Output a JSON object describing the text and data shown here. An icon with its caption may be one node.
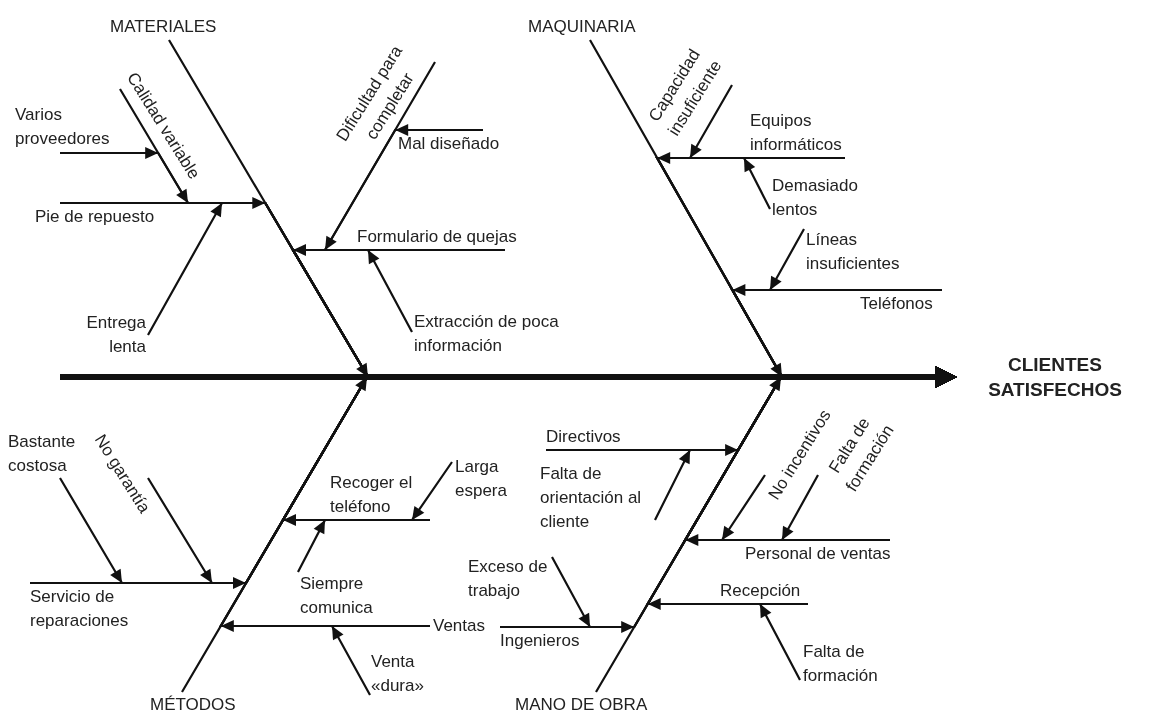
{
  "diagram": {
    "nodes": [
      {
        "text": [
          "MATERIALES"
        ]
      },
      {
        "text": [
          "MAQUINARIA"
        ]
      },
      {
        "text": [
          "Calidad variable"
        ]
      },
      {
        "text": [
          "Dificultad para completar"
        ]
      },
      {
        "text": [
          "Capacidad insuficiente"
        ]
      },
      {
        "text": [
          "Varios proveedores"
        ]
      },
      {
        "text": [
          "Equipos informáticos"
        ]
      },
      {
        "text": [
          "Mal diseñado"
        ]
      },
      {
        "text": [
          "Demasiado lentos"
        ]
      },
      {
        "text": [
          "Pie de repuesto"
        ]
      },
      {
        "text": [
          "Formulario de quejas"
        ]
      },
      {
        "text": [
          "Líneas insuficientes"
        ]
      },
      {
        "text": [
          "Entrega lenta"
        ]
      },
      {
        "text": [
          "Teléfonos"
        ]
      },
      {
        "text": [
          "Extracción de poca información"
        ]
      },
      {
        "text": [
          "CLIENTES SATISFECHOS"
        ]
      },
      {
        "text": [
          "Directivos"
        ]
      },
      {
        "text": [
          "No garantía"
        ]
      },
      {
        "text": [
          "No incentivos"
        ]
      },
      {
        "text": [
          "Falta de formación"
        ]
      },
      {
        "text": [
          "Recoger el teléfono"
        ]
      },
      {
        "text": [
          "Larga espera"
        ]
      },
      {
        "text": [
          "Falta de orientación al cliente"
        ]
      },
      {
        "text": [
          "Bastante costosa"
        ]
      },
      {
        "text": [
          "Siempre comunica"
        ]
      },
      {
        "text": [
          "Servicio de reparaciones"
        ]
      },
      {
        "text": [
          "Personal de ventas"
        ]
      },
      {
        "text": [
          "Exceso de trabajo"
        ]
      },
      {
        "text": [
          "Recepción"
        ]
      },
      {
        "text": [
          "Ventas"
        ]
      },
      {
        "text": [
          "Venta «dura»"
        ]
      },
      {
        "text": [
          "Falta de formación"
        ]
      },
      {
        "text": [
          "Ingenieros"
        ]
      },
      {
        "text": [
          "MÉTODOS"
        ]
      },
      {
        "text": [
          "MANO DE OBRA"
        ]
      }
    ],
    "edges": [
      {
        "from": 0,
        "to": 15,
        "arrow": "to"
      },
      {
        "from": 1,
        "to": 15,
        "arrow": "to"
      },
      {
        "from": 2,
        "to": 15,
        "arrow": "to"
      },
      {
        "from": 3,
        "to": 15,
        "arrow": "to"
      },
      {
        "from": 4,
        "to": 15,
        "arrow": "to"
      },
      {
        "from": 5,
        "to": 15,
        "arrow": "to"
      },
      {
        "from": 6,
        "to": 15,
        "arrow": "to"
      },
      {
        "from": 7,
        "to": 15,
        "arrow": "to"
      },
      {
        "from": 8,
        "to": 15,
        "arrow": "to"
      },
      {
        "from": 9,
        "to": 15,
        "arrow": "to"
      },
      {
        "from": 10,
        "to": 15,
        "arrow": "to"
      },
      {
        "from": 11,
        "to": 15,
        "arrow": "to"
      },
      {
        "from": 12,
        "to": 15,
        "arrow": "to"
      },
      {
        "from": 13,
        "to": 15,
        "arrow": "to"
      },
      {
        "from": 14,
        "to": 15,
        "arrow": "to"
      },
      {
        "from": 16,
        "to": 15,
        "arrow": "to"
      },
      {
        "from": 17,
        "to": 15,
        "arrow": "to"
      },
      {
        "from": 18,
        "to": 15,
        "arrow": "to"
      },
      {
        "from": 19,
        "to": 15,
        "arrow": "to"
      },
      {
        "from": 20,
        "to": 15,
        "arrow": "to"
      },
      {
        "from": 21,
        "to": 15,
        "arrow": "to"
      },
      {
        "from": 22,
        "to": 15,
        "arrow": "to"
      },
      {
        "from": 23,
        "to": 15,
        "arrow": "to"
      },
      {
        "from": 24,
        "to": 15,
        "arrow": "to"
      },
      {
        "from": 25,
        "to": 15,
        "arrow": "to"
      },
      {
        "from": 26,
        "to": 15,
        "arrow": "to"
      },
      {
        "from": 27,
        "to": 15,
        "arrow": "to"
      },
      {
        "from": 28,
        "to": 15,
        "arrow": "to"
      },
      {
        "from": 29,
        "to": 15,
        "arrow": "to"
      },
      {
        "from": 30,
        "to": 15,
        "arrow": "to"
      },
      {
        "from": 31,
        "to": 15,
        "arrow": "to"
      },
      {
        "from": 32,
        "to": 15,
        "arrow": "to"
      },
      {
        "from": 33,
        "to": 15,
        "arrow": "to"
      },
      {
        "from": 34,
        "to": 15,
        "arrow": "to"
      }
    ]
  }
}
